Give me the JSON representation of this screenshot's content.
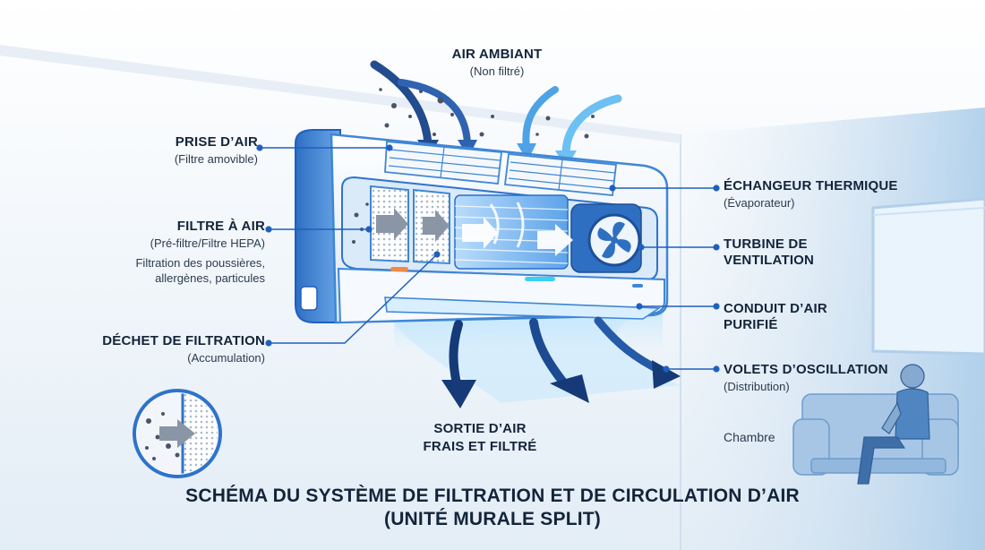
{
  "labels": {
    "ambient_air": {
      "title": "AIR AMBIANT",
      "sub": "(Non filtré)"
    },
    "air_intake": {
      "title": "PRISE D’AIR",
      "sub": "(Filtre amovible)"
    },
    "air_filter": {
      "title": "FILTRE À AIR",
      "sub": "(Pré-filtre/Filtre HEPA)",
      "note_line1": "Filtration des poussières,",
      "note_line2": "allergènes, particules"
    },
    "filtration_waste": {
      "title": "DÉCHET DE FILTRATION",
      "sub": "(Accumulation)"
    },
    "heat_exchanger": {
      "title": "ÉCHANGEUR THERMIQUE",
      "sub": "(Évaporateur)"
    },
    "fan_turbine": {
      "title_line1": "TURBINE DE",
      "title_line2": "VENTILATION"
    },
    "purified_duct": {
      "title_line1": "CONDUIT D’AIR",
      "title_line2": "PURIFIÉ"
    },
    "louvers": {
      "title": "VOLETS D’OSCILLATION",
      "sub": "(Distribution)"
    },
    "air_outlet": {
      "line1": "SORTIE D’AIR",
      "line2": "FRAIS ET FILTRÉ"
    },
    "room": "Chambre"
  },
  "main_title": {
    "line1": "SCHÉMA DU SYSTÈME DE FILTRATION ET DE CIRCULATION D’AIR",
    "line2": "(UNITÉ MURALE SPLIT)"
  },
  "colors": {
    "accent": "#1f5fbf",
    "unit_blue": "#3f86d6",
    "arrow_dark": "#163a78",
    "arrow_light": "#63b4ee",
    "dust": "#4a5466"
  }
}
